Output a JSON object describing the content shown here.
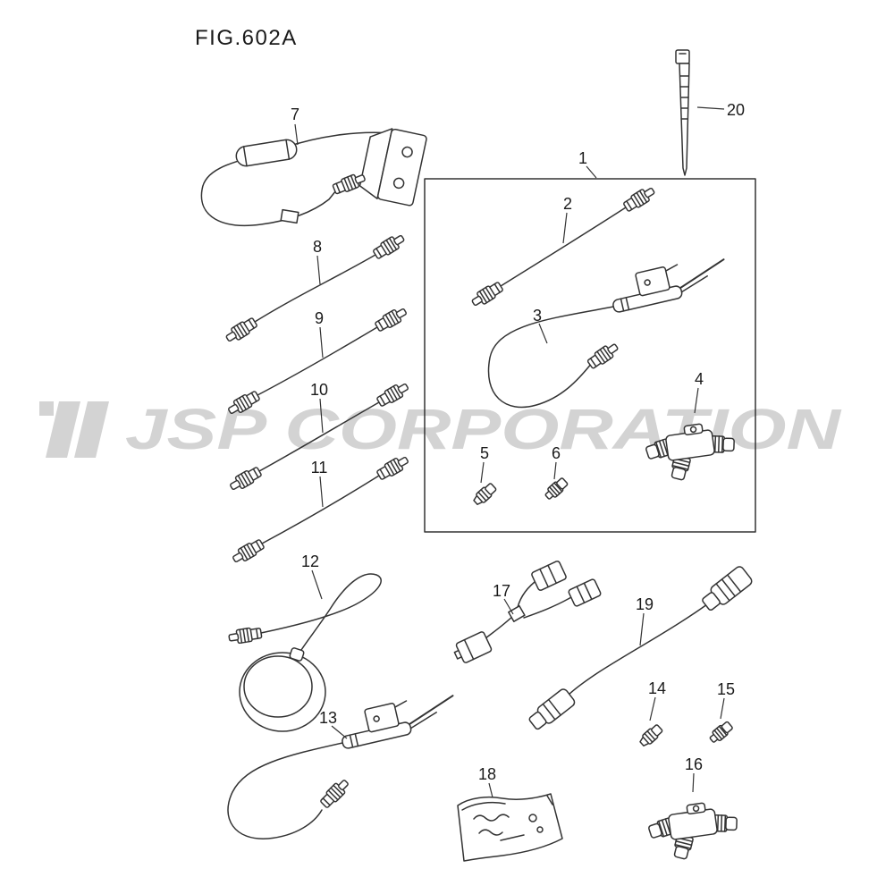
{
  "figure": {
    "title": "FIG.602A"
  },
  "watermark": {
    "text": "JSP CORPORATION",
    "logo_icon": "jsp-logo"
  },
  "colors": {
    "line": "#333333",
    "label": "#1a1a1a",
    "watermark": "#d3d3d3",
    "background": "#ffffff"
  },
  "parts": [
    {
      "id": 1,
      "label": "1"
    },
    {
      "id": 2,
      "label": "2"
    },
    {
      "id": 3,
      "label": "3"
    },
    {
      "id": 4,
      "label": "4"
    },
    {
      "id": 5,
      "label": "5"
    },
    {
      "id": 6,
      "label": "6"
    },
    {
      "id": 7,
      "label": "7"
    },
    {
      "id": 8,
      "label": "8"
    },
    {
      "id": 9,
      "label": "9"
    },
    {
      "id": 10,
      "label": "10"
    },
    {
      "id": 11,
      "label": "11"
    },
    {
      "id": 12,
      "label": "12"
    },
    {
      "id": 13,
      "label": "13"
    },
    {
      "id": 14,
      "label": "14"
    },
    {
      "id": 15,
      "label": "15"
    },
    {
      "id": 16,
      "label": "16"
    },
    {
      "id": 17,
      "label": "17"
    },
    {
      "id": 18,
      "label": "18"
    },
    {
      "id": 19,
      "label": "19"
    },
    {
      "id": 20,
      "label": "20"
    }
  ]
}
